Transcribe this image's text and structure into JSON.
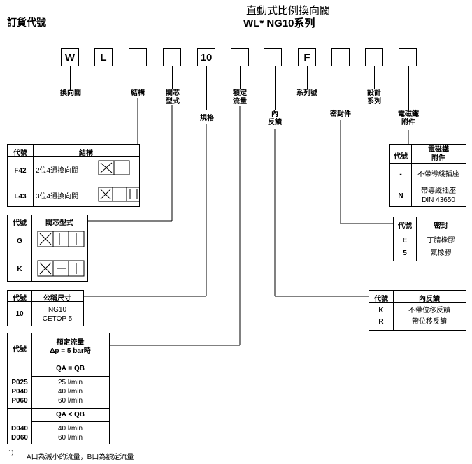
{
  "header": {
    "left_title": "訂貨代號",
    "right_title": "直動式比例換向閥",
    "right_subtitle": "WL* NG10系列"
  },
  "code_boxes": [
    "W",
    "L",
    "",
    "",
    "10",
    "",
    "",
    "F",
    "",
    "",
    ""
  ],
  "code_labels": {
    "w": "換向閥",
    "structure": "結構",
    "spool": "閥芯\n型式",
    "size": "規格",
    "flow": "額定\n流量",
    "feedback": "內\n反饋",
    "series": "系列號",
    "seal": "密封件",
    "design": "設計\n系列",
    "accessory": "電磁鐵\n附件"
  },
  "tables": {
    "structure": {
      "header": [
        "代號",
        "結構"
      ],
      "rows": [
        {
          "code": "F42",
          "desc": "2位4通換向閥"
        },
        {
          "code": "L43",
          "desc": "3位4通換向閥"
        }
      ]
    },
    "spool": {
      "header": [
        "代號",
        "閥芯型式"
      ],
      "rows": [
        {
          "code": "G"
        },
        {
          "code": "K"
        }
      ]
    },
    "size": {
      "header": [
        "代號",
        "公稱尺寸"
      ],
      "rows": [
        {
          "code": "10",
          "desc": "NG10\nCETOP 5"
        }
      ]
    },
    "flow": {
      "header_code": "代號",
      "header_desc": "額定流量\nΔp = 5 bar時",
      "sym1": "QA = QB",
      "sym2": "QA < QB",
      "group1_codes": "P025\nP040\nP060",
      "group1_vals": "25 l/min\n40 l/min\n60 l/min",
      "group2_codes": "D040\nD060",
      "group2_vals": "40 l/min\n60 l/min"
    },
    "accessory": {
      "header": [
        "代號",
        "電磁鐵\n附件"
      ],
      "rows": [
        {
          "code": "-",
          "desc": "不帶導綫插座"
        },
        {
          "code": "N",
          "desc": "帶導綫插座\nDIN 43650"
        }
      ]
    },
    "seal": {
      "header": [
        "代號",
        "密封"
      ],
      "rows": [
        {
          "code": "E",
          "desc": "丁腈橡膠"
        },
        {
          "code": "5",
          "desc": "氟橡膠"
        }
      ]
    },
    "feedback": {
      "header": [
        "代號",
        "內反饋"
      ],
      "rows": [
        {
          "code": "K",
          "desc": "不帶位移反饋"
        },
        {
          "code": "R",
          "desc": "帶位移反饋"
        }
      ]
    }
  },
  "footnote": {
    "mark": "1)",
    "text": "A口為減小的流量，B口為額定流量"
  }
}
